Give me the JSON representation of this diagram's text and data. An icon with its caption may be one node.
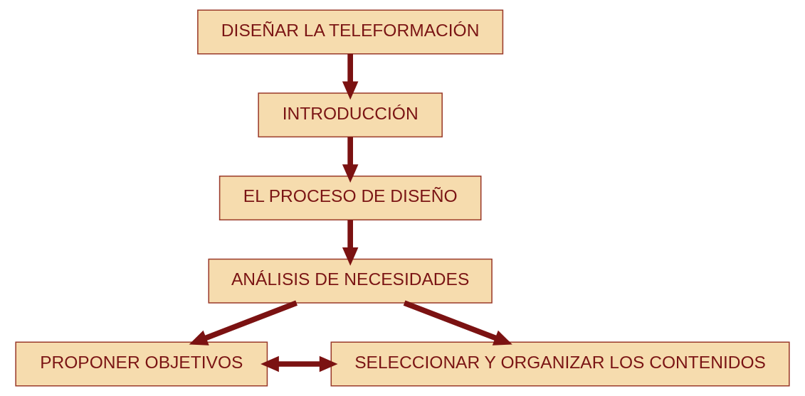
{
  "diagram": {
    "nodes": [
      {
        "text": [
          "DISEÑAR LA TELEFORMACIÓN"
        ]
      },
      {
        "text": [
          "INTRODUCCIÓN"
        ]
      },
      {
        "text": [
          "EL PROCESO DE DISEÑO"
        ]
      },
      {
        "text": [
          "ANÁLISIS DE NECESIDADES"
        ]
      },
      {
        "text": [
          "PROPONER OBJETIVOS"
        ]
      },
      {
        "text": [
          "SELECCIONAR Y ORGANIZAR LOS CONTENIDOS"
        ]
      }
    ],
    "edges": [
      {
        "from": 0,
        "to": 1,
        "arrow": "to"
      },
      {
        "from": 1,
        "to": 2,
        "arrow": "to"
      },
      {
        "from": 2,
        "to": 3,
        "arrow": "to"
      },
      {
        "from": 3,
        "to": 4,
        "arrow": "to"
      },
      {
        "from": 3,
        "to": 5,
        "arrow": "to"
      },
      {
        "from": 4,
        "to": 5,
        "arrow": "both"
      }
    ]
  }
}
